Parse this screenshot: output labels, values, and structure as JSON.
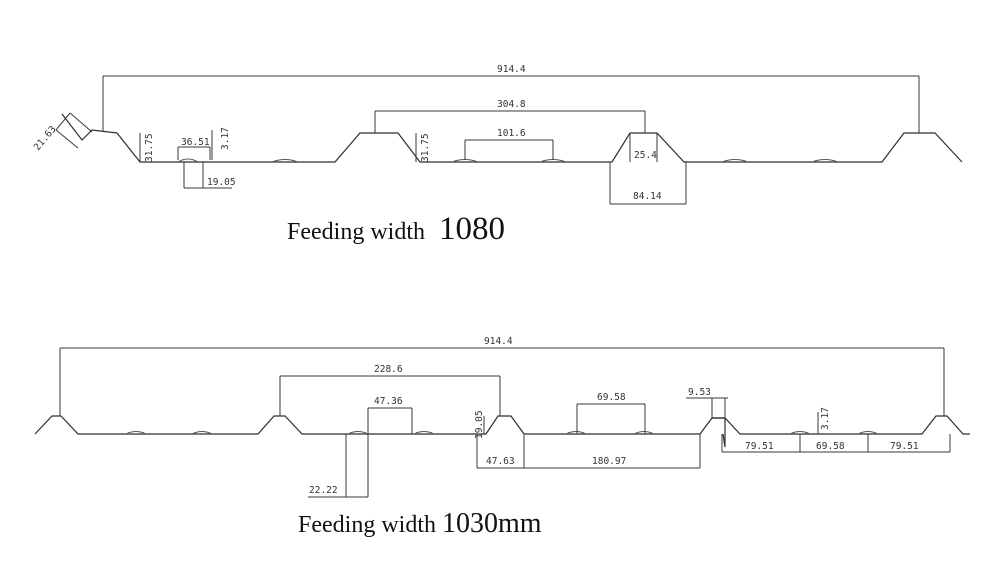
{
  "profile_1080": {
    "caption": "Feeding width",
    "caption_value": "1080",
    "dims": {
      "overall": "914.4",
      "pitch": "304.8",
      "rib_top": "101.6",
      "slope_angle": "21.63",
      "rib_height_left": "31.75",
      "rib_height_mid": "31.75",
      "stiffener_width": "36.51",
      "stiffener_height": "3.17",
      "stiffener_base": "19.05",
      "crest_height": "25.4",
      "rib_base": "84.14"
    }
  },
  "profile_1030": {
    "caption": "Feeding width",
    "caption_value": "1030mm",
    "dims": {
      "overall": "914.4",
      "pitch": "228.6",
      "pan_a": "47.36",
      "pan_b": "69.58",
      "lap": "9.53",
      "rib_height": "19.05",
      "stiffener_height": "3.17",
      "depth_total": "22.22",
      "rib_base": "47.63",
      "pan_width": "180.97",
      "seg_left": "79.51",
      "seg_mid": "69.58",
      "seg_right": "79.51"
    }
  }
}
